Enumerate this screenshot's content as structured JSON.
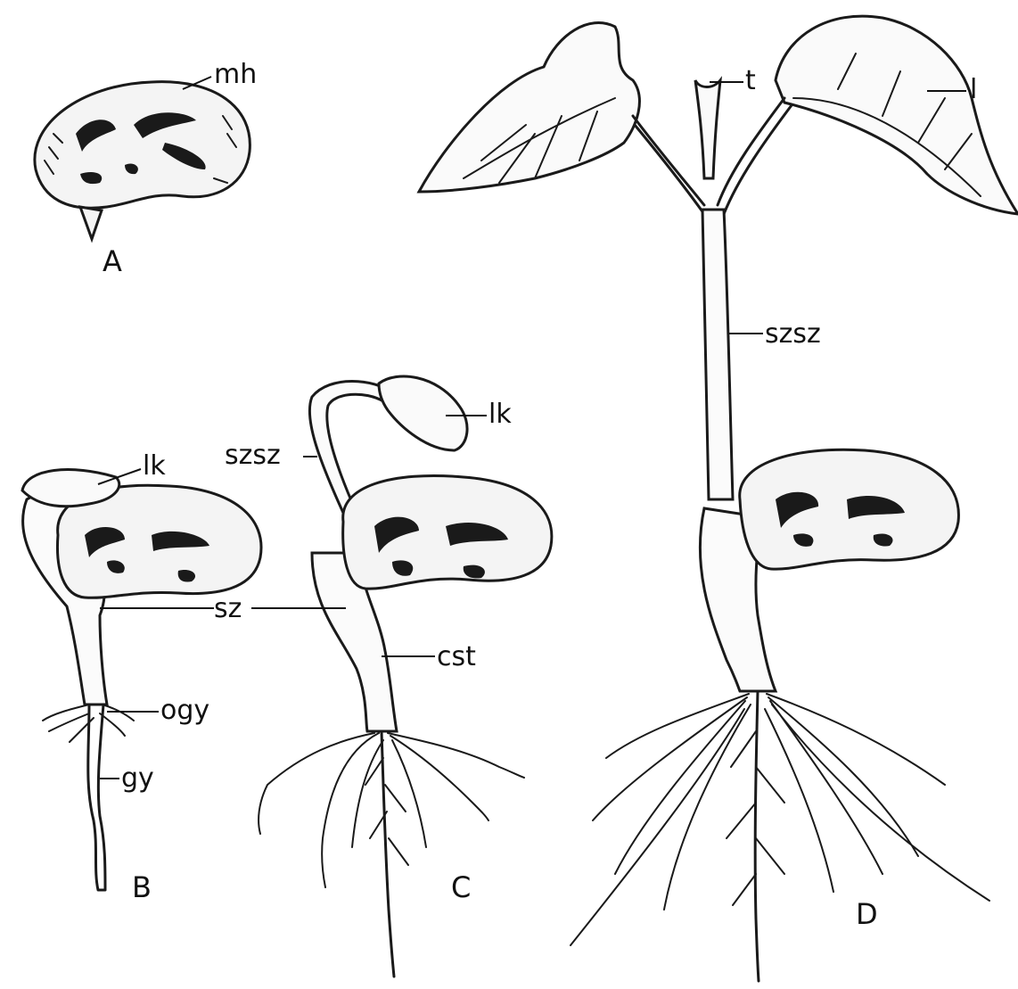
{
  "panels": {
    "A": "A",
    "B": "B",
    "C": "C",
    "D": "D"
  },
  "labels": {
    "a_mh": "mh",
    "b_lk": "lk",
    "b_sz": "sz",
    "b_ogy": "ogy",
    "b_gy": "gy",
    "c_szsz": "szsz",
    "c_lk": "lk",
    "c_cst": "cst",
    "d_t": "t",
    "d_l": "l",
    "d_szsz": "szsz"
  },
  "colors": {
    "ink": "#1a1a1a",
    "background": "#ffffff"
  }
}
